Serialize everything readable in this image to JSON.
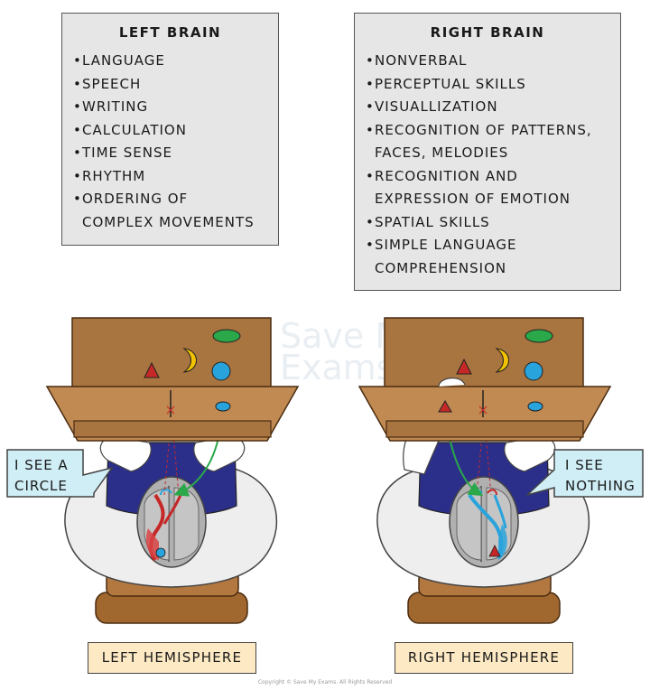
{
  "left_panel": {
    "title": "LEFT BRAIN",
    "items": [
      "LANGUAGE",
      "SPEECH",
      "WRITING",
      "CALCULATION",
      "TIME SENSE",
      "RHYTHM"
    ],
    "item7_line1": "ORDERING OF",
    "item7_line2": "COMPLEX MOVEMENTS"
  },
  "right_panel": {
    "title": "RIGHT BRAIN",
    "items": [
      "NONVERBAL",
      "PERCEPTUAL SKILLS",
      "VISUALLIZATION"
    ],
    "item4_line1": "RECOGNITION OF PATTERNS,",
    "item4_line2": "FACES, MELODIES",
    "item5_line1": "RECOGNITION AND",
    "item5_line2": "EXPRESSION OF EMOTION",
    "item6": "SPATIAL SKILLS",
    "item7_line1": "SIMPLE LANGUAGE",
    "item7_line2": "COMPREHENSION"
  },
  "left_bubble": {
    "line1": "I SEE A",
    "line2": "CIRCLE"
  },
  "right_bubble": {
    "line1": "I SEE",
    "line2": "NOTHING"
  },
  "left_label": "LEFT HEMISPHERE",
  "right_label": "RIGHT HEMISPHERE",
  "watermark": "Save My Exams",
  "footer": "Copyright © Save My Exams. All Rights Reserved",
  "colors": {
    "panel": "#e6e6e6",
    "label": "#fde9c4",
    "bubble": "#cfeef6",
    "table": "#a87440",
    "shirt": "#2c2f8a",
    "red": "#c62828",
    "blue": "#29a3db",
    "green": "#2aa84a",
    "yellow": "#f2c200"
  }
}
